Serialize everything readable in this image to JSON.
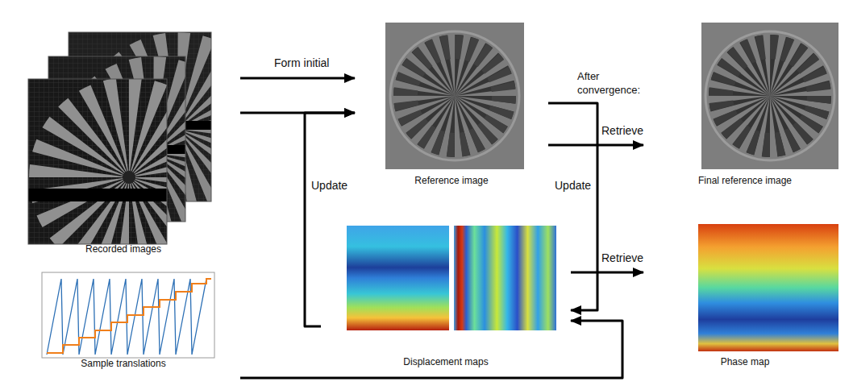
{
  "diagram": {
    "nodes": [
      {
        "text": [
          "Recorded images",
          "Sample translations"
        ]
      },
      {
        "text": [
          "Reference image"
        ]
      },
      {
        "text": [
          "Displacement maps"
        ]
      },
      {
        "text": [
          "Final reference image"
        ]
      },
      {
        "text": [
          "Phase map"
        ]
      }
    ],
    "edges": [
      {
        "from": 0,
        "to": 1,
        "arrow": "to",
        "label": "Form initial"
      },
      {
        "from": 0,
        "to": 1,
        "arrow": "to"
      },
      {
        "from": 2,
        "to": 1,
        "arrow": "to",
        "label": "Update"
      },
      {
        "from": 1,
        "to": 2,
        "arrow": "to",
        "label": "Update"
      },
      {
        "from": 0,
        "to": 2,
        "arrow": "to"
      },
      {
        "from": 1,
        "to": 3,
        "arrow": "to",
        "label": "Retrieve"
      },
      {
        "from": 2,
        "to": 4,
        "arrow": "to",
        "label": "Retrieve"
      }
    ],
    "labels": [
      "After convergence:"
    ]
  }
}
